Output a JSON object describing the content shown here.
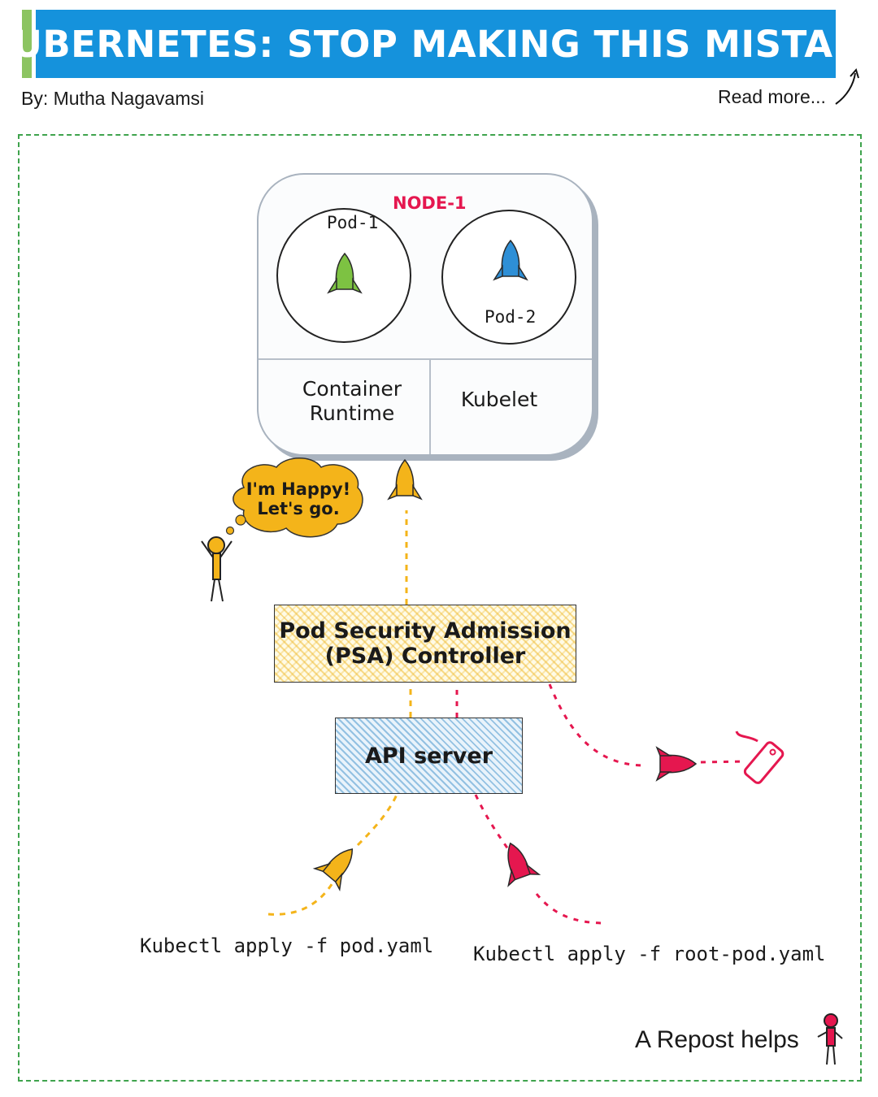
{
  "header": {
    "title": "KUBERNETES: STOP MAKING THIS MISTAKE",
    "author": "By: Mutha Nagavamsi",
    "read_more": "Read more..."
  },
  "diagram": {
    "node": {
      "title": "NODE-1",
      "pods": [
        "Pod-1",
        "Pod-2"
      ],
      "runtime_label": [
        "Container",
        "Runtime"
      ],
      "kubelet_label": "Kubelet"
    },
    "speech": [
      "I'm Happy!",
      "Let's go."
    ],
    "psa": [
      "Pod Security Admission",
      "(PSA) Controller"
    ],
    "api": "API server",
    "commands": [
      "Kubectl apply -f pod.yaml",
      "Kubectl apply -f root-pod.yaml"
    ],
    "colors": {
      "allowed": "#f4b41a",
      "denied": "#e5174f",
      "pod1_rocket": "#7dc242",
      "pod2_rocket": "#2e8fd6"
    }
  },
  "footer": {
    "repost": "A Repost helps"
  }
}
